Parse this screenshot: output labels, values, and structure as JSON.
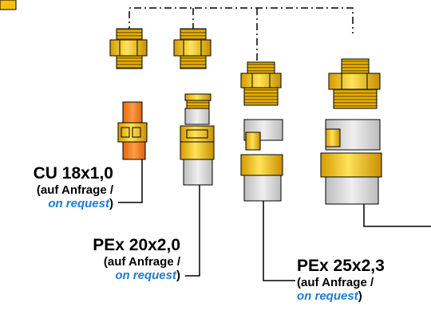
{
  "labels": {
    "cu": {
      "title": "CU 18x1,0",
      "line1": "(auf Anfrage /",
      "on_request": "on request",
      "close": ")"
    },
    "pex20": {
      "title": "PEx 20x2,0",
      "line1": "(auf Anfrage /",
      "on_request": "on request",
      "close": ")"
    },
    "pex25": {
      "title": "PEx 25x2,3",
      "line1": "(auf Anfrage /",
      "on_request": "on request",
      "close": ")"
    }
  },
  "colors": {
    "brass": "#f4c20d",
    "brass_light": "#ffdc3a",
    "brass_dark": "#b88a00",
    "thread": "#a07a10",
    "copper": "#f07a20",
    "pipe": "#d6d6d6",
    "accent_blue": "#1e7bd0"
  }
}
